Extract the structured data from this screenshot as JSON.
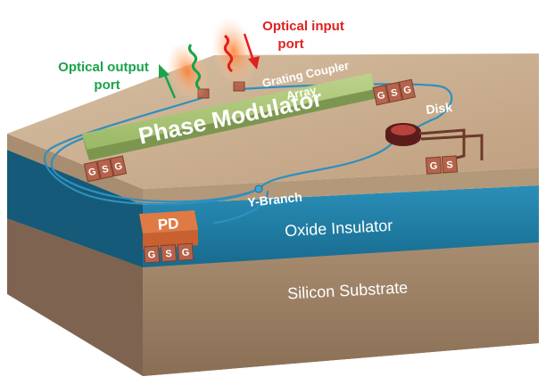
{
  "labels": {
    "optical_input": [
      "Optical input",
      "port"
    ],
    "optical_output": [
      "Optical output",
      "port"
    ],
    "grating_coupler": [
      "Grating Coupler",
      "Array"
    ],
    "phase_modulator": "Phase Modulator",
    "disk": "Disk",
    "y_branch": "Y-Branch",
    "pd": "PD",
    "oxide_insulator": "Oxide Insulator",
    "silicon_substrate": "Silicon Substrate"
  },
  "pads": {
    "modulator_left": [
      "G",
      "S",
      "G"
    ],
    "modulator_right": [
      "G",
      "S",
      "G"
    ],
    "disk": [
      "G",
      "S"
    ],
    "pd": [
      "G",
      "S",
      "G"
    ]
  },
  "colors": {
    "top_layer": "#c7ab8c",
    "oxide": "#1f7fa6",
    "substrate": "#a08468",
    "modulator": "#a8c274",
    "pad": "#b5634a",
    "pd": "#e07a45",
    "waveguide": "#2f8fbf",
    "input_arrow": "#e0201f",
    "output_arrow": "#1aa34a"
  }
}
